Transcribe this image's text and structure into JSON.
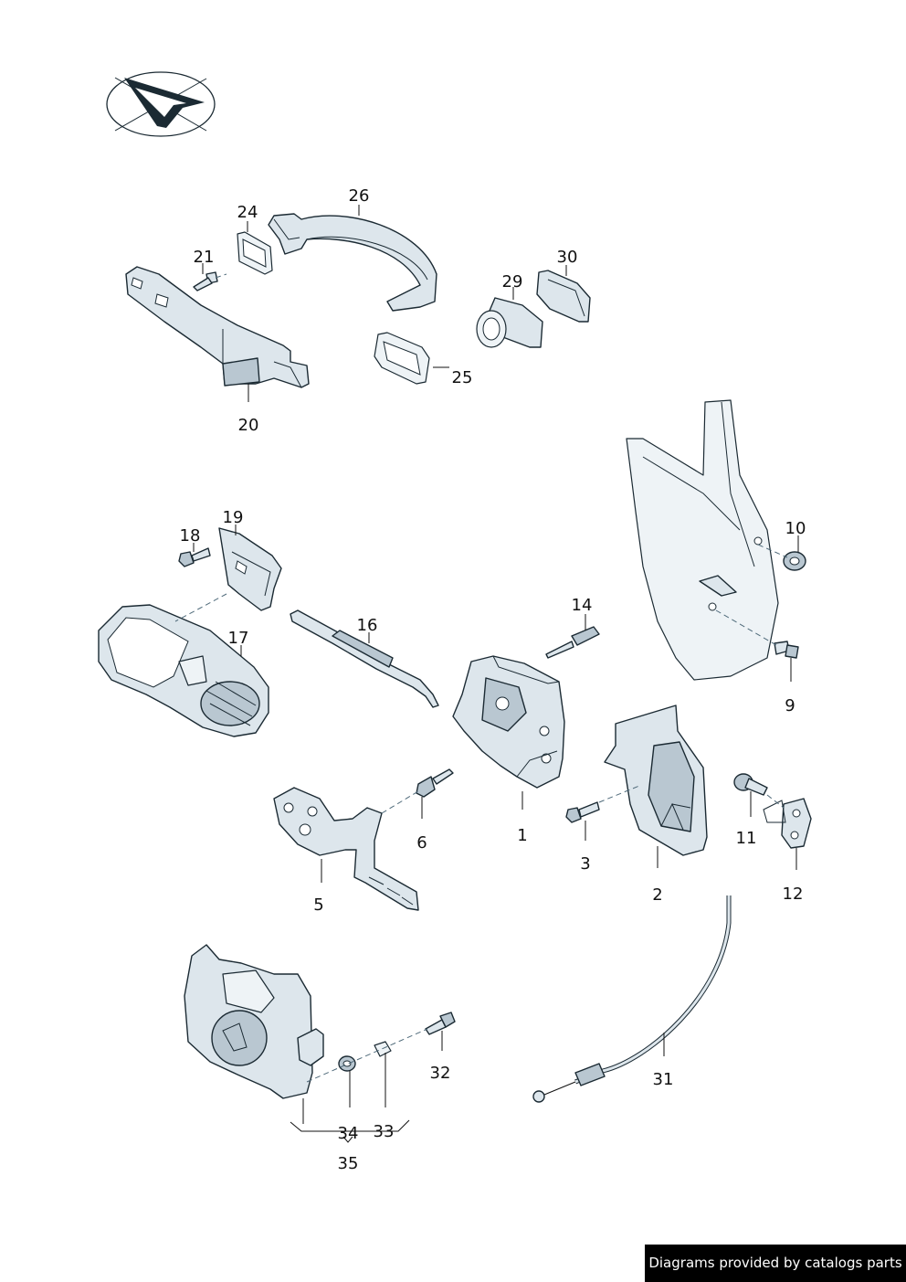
{
  "diagram": {
    "logo": "vw-style-checkmark-logo",
    "callouts": [
      {
        "id": "1",
        "label": "1"
      },
      {
        "id": "2",
        "label": "2"
      },
      {
        "id": "3",
        "label": "3"
      },
      {
        "id": "5",
        "label": "5"
      },
      {
        "id": "6",
        "label": "6"
      },
      {
        "id": "9",
        "label": "9"
      },
      {
        "id": "10",
        "label": "10"
      },
      {
        "id": "11",
        "label": "11"
      },
      {
        "id": "12",
        "label": "12"
      },
      {
        "id": "14",
        "label": "14"
      },
      {
        "id": "16",
        "label": "16"
      },
      {
        "id": "17",
        "label": "17"
      },
      {
        "id": "18",
        "label": "18"
      },
      {
        "id": "19",
        "label": "19"
      },
      {
        "id": "20",
        "label": "20"
      },
      {
        "id": "21",
        "label": "21"
      },
      {
        "id": "24",
        "label": "24"
      },
      {
        "id": "25",
        "label": "25"
      },
      {
        "id": "26",
        "label": "26"
      },
      {
        "id": "29",
        "label": "29"
      },
      {
        "id": "30",
        "label": "30"
      },
      {
        "id": "31",
        "label": "31"
      },
      {
        "id": "32",
        "label": "32"
      },
      {
        "id": "33",
        "label": "33"
      },
      {
        "id": "34",
        "label": "34"
      },
      {
        "id": "35",
        "label": "35"
      }
    ]
  },
  "footer": {
    "text": "Diagrams provided by catalogs parts"
  }
}
